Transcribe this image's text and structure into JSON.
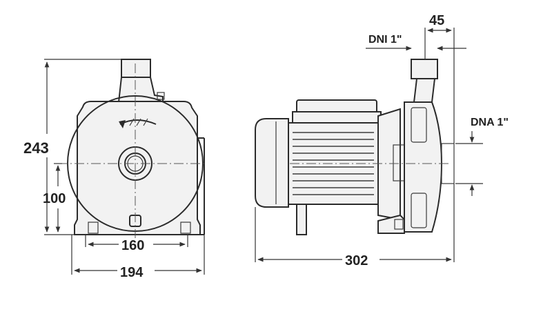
{
  "dimensions": {
    "total_height": "243",
    "shaft_height": "100",
    "foot_spacing": "160",
    "base_width": "194",
    "total_length": "302",
    "inlet_offset": "45"
  },
  "connections": {
    "inlet_label": "DNI 1\"",
    "outlet_label": "DNA 1\""
  },
  "colors": {
    "line": "#2b2b2b",
    "fill": "#f2f2f2"
  },
  "icons": {
    "rotation": "rotation-arrow-icon"
  }
}
